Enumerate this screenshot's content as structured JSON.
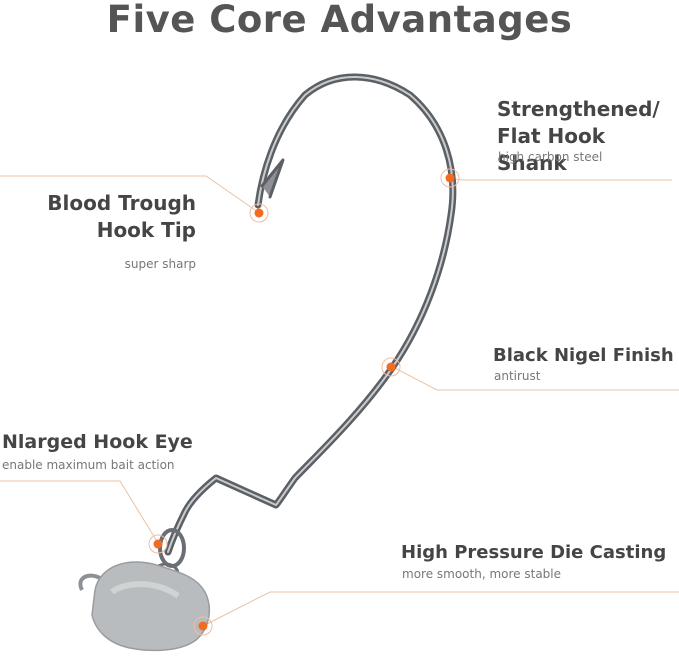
{
  "title": "Five Core Advantages",
  "features": {
    "shank": {
      "title_line1": "Strengthened/",
      "title_line2": "Flat Hook Shank",
      "note": "high carbon steel"
    },
    "tip": {
      "title_line1": "Blood Trough",
      "title_line2": "Hook Tip",
      "note": "super sharp"
    },
    "finish": {
      "title": "Black Nigel Finish",
      "note": "antirust"
    },
    "eye": {
      "title": "Nlarged Hook Eye",
      "note": "enable maximum bait action"
    },
    "casting": {
      "title": "High Pressure Die Casting",
      "note": "more smooth, more stable"
    }
  },
  "colors": {
    "accent": "#f26b21",
    "line": "#e8c3a6",
    "text": "#454545",
    "steel": "#6b6f73"
  },
  "icons": [
    "fish-hook-illustration",
    "lead-jig-head-illustration"
  ]
}
